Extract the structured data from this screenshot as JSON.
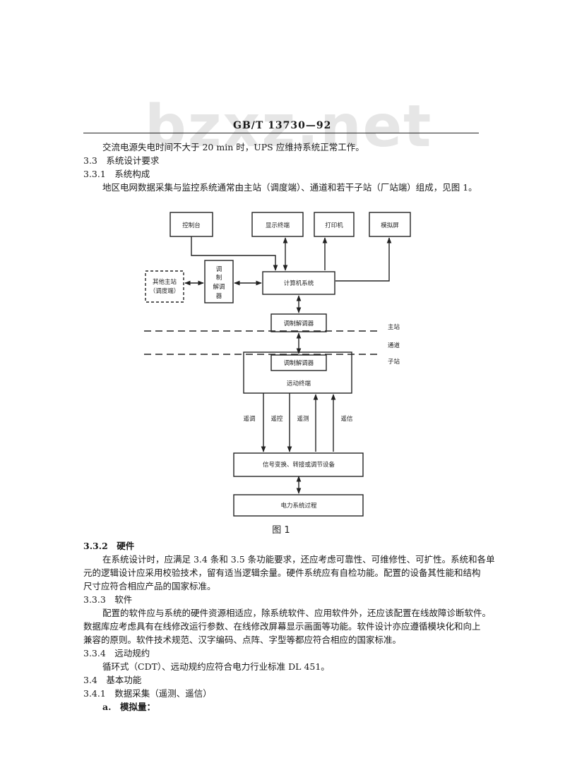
{
  "watermark": "bzxz.net",
  "header": "GB/T 13730—92",
  "para_ups": "交流电源失电时间不大于 20 min 时，UPS 应维持系统正常工作。",
  "sec_3_3": "3.3　系统设计要求",
  "sec_3_3_1": "3.3.1　系统构成",
  "para_3_3_1": "地区电网数据采集与监控系统通常由主站（调度端）、通道和若干子站（厂站端）组成，见图 1。",
  "diagram": {
    "control_console": "控制台",
    "display_terminal": "显示终端",
    "printer": "打印机",
    "simulation_screen": "模拟屏",
    "other_master": [
      "其他主站",
      "（调度端）"
    ],
    "modem_left": [
      "调",
      "制",
      "解调",
      "器"
    ],
    "computer_system": "计算机系统",
    "modem_master": "调制解调器",
    "label_master": "主站",
    "label_channel": "通道",
    "label_substation": "子站",
    "modem_sub": "调制解调器",
    "rtu": "远动终端",
    "signal_remote_adjust": "遥调",
    "signal_remote_control": "遥控",
    "signal_remote_measure": "遥测",
    "signal_remote_signal": "遥信",
    "conversion_device": "信号变换、转接或调节设备",
    "power_process": "电力系统过程",
    "caption": "图 1"
  },
  "sec_3_3_2": "3.3.2　硬件",
  "para_3_3_2": [
    "在系统设计时，应满足 3.4 条和 3.5 条功能要求，还应考虑可靠性、可维修性、可扩性。系统和各单",
    "元的逻辑设计应采用校验技术，留有适当逻辑余量。硬件系统应有自检功能。配置的设备其性能和结构",
    "尺寸应符合相应产品的国家标准。"
  ],
  "sec_3_3_3": "3.3.3　软件",
  "para_3_3_3": [
    "配置的软件应与系统的硬件资源相适应，除系统软件、应用软件外，还应该配置在线故障诊断软件。",
    "数据库应考虑具有在线修改运行参数、在线修改屏幕显示画面等功能。软件设计亦应遵循模块化和向上",
    "兼容的原则。软件技术规范、汉字编码、点阵、字型等都应符合相应的国家标准。"
  ],
  "sec_3_3_4": "3.3.4　远动规约",
  "para_3_3_4": "循环式（CDT）、远动规约应符合电力行业标准 DL 451。",
  "sec_3_4": "3.4　基本功能",
  "sec_3_4_1": "3.4.1　数据采集（遥测、遥信）",
  "item_a": "a.　模拟量："
}
